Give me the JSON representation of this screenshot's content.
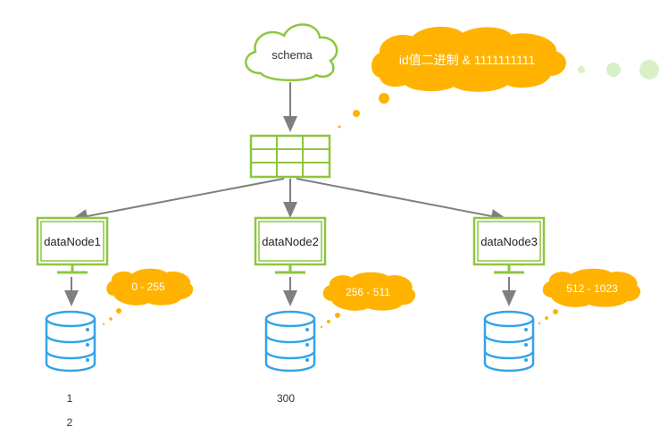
{
  "schema": {
    "label": "schema"
  },
  "callout_main": {
    "text": "id值二进制 & 1111111111"
  },
  "nodes": [
    {
      "label": "dataNode1",
      "range": "0 - 255"
    },
    {
      "label": "dataNode2",
      "range": "256 - 511"
    },
    {
      "label": "dataNode3",
      "range": "512 - 1023"
    }
  ],
  "db_labels": {
    "node1_a": "1",
    "node1_b": "2",
    "node2_a": "300"
  },
  "colors": {
    "green": "#8dc63f",
    "cloud_fill": "#ffffff",
    "bubble": "#ffb300",
    "db_blue": "#35a3e8",
    "arrow": "#7f7f7f",
    "light_green_dot": "#d9f0c6"
  }
}
